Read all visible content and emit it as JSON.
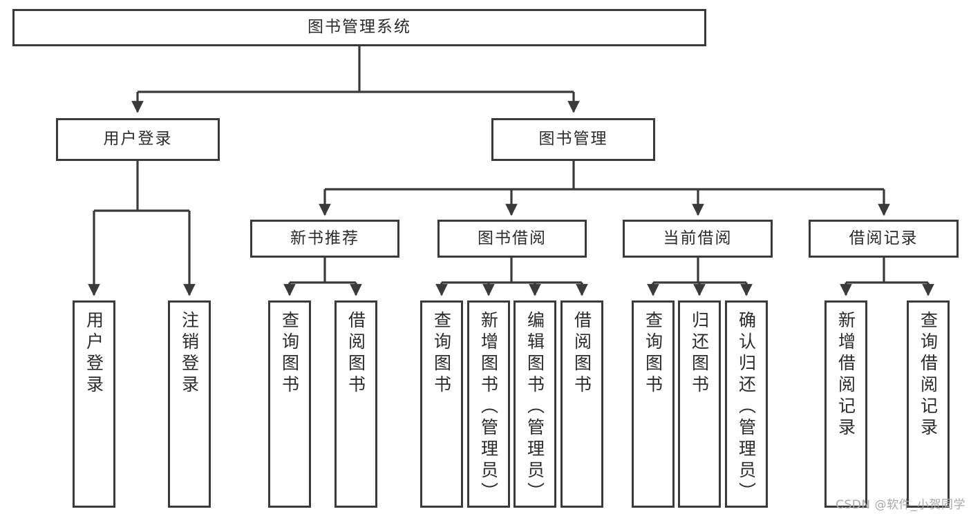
{
  "diagram": {
    "title": "图书管理系统",
    "watermark": "CSDN @软件_小贺同学",
    "colors": {
      "stroke": "#3a3a3a",
      "fill": "#ffffff",
      "text": "#2b2b2b",
      "watermark": "#a8a8a8"
    },
    "levels": {
      "root": {
        "label": "图书管理系统"
      },
      "level2": [
        {
          "label": "用户登录"
        },
        {
          "label": "图书管理"
        }
      ],
      "level3": [
        {
          "label": "新书推荐"
        },
        {
          "label": "图书借阅"
        },
        {
          "label": "当前借阅"
        },
        {
          "label": "借阅记录"
        }
      ],
      "leaves": {
        "user_login": [
          {
            "label": "用户登录"
          },
          {
            "label": "注销登录"
          }
        ],
        "new_book_recommend": [
          {
            "label": "查询图书"
          },
          {
            "label": "借阅图书"
          }
        ],
        "book_borrow": [
          {
            "label": "查询图书"
          },
          {
            "label": "新增图书（管理员）"
          },
          {
            "label": "编辑图书（管理员）"
          },
          {
            "label": "借阅图书"
          }
        ],
        "current_borrow": [
          {
            "label": "查询图书"
          },
          {
            "label": "归还图书"
          },
          {
            "label": "确认归还（管理员）"
          }
        ],
        "borrow_record": [
          {
            "label": "新增借阅记录"
          },
          {
            "label": "查询借阅记录"
          }
        ]
      }
    }
  }
}
